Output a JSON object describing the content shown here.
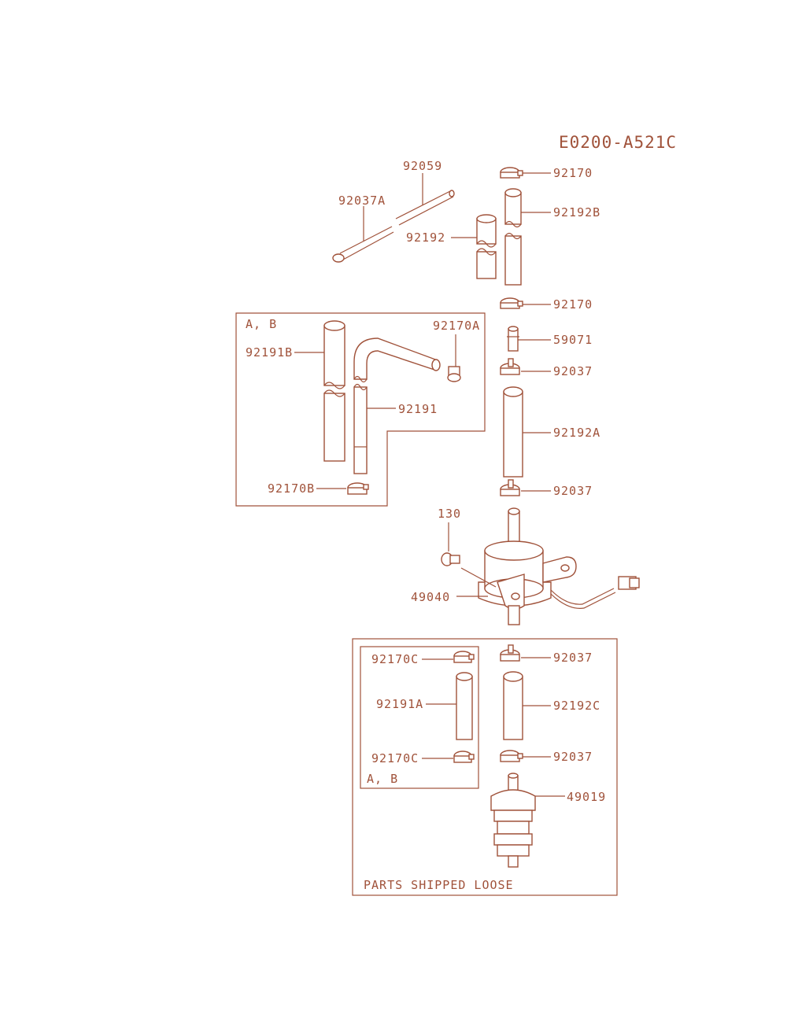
{
  "diagram_code": "E0200-A521C",
  "labels": {
    "p92059": "92059",
    "p92037A": "92037A",
    "p92192": "92192",
    "p92170_top": "92170",
    "p92192B": "92192B",
    "p92170_mid": "92170",
    "p59071": "59071",
    "p92037_1": "92037",
    "p92192A": "92192A",
    "p92037_2": "92037",
    "p130": "130",
    "p49040": "49040",
    "p92037_3": "92037",
    "p92192C": "92192C",
    "p92037_4": "92037",
    "p49019": "49019",
    "p92191B": "92191B",
    "p92170A": "92170A",
    "p92191": "92191",
    "p92170B": "92170B",
    "p92170C_1": "92170C",
    "p92191A": "92191A",
    "p92170C_2": "92170C"
  },
  "boxes": {
    "ab_upper": "A, B",
    "ab_lower": "A, B",
    "loose": "PARTS SHIPPED LOOSE"
  },
  "colors": {
    "line": "#a0523a",
    "background": "#ffffff"
  }
}
